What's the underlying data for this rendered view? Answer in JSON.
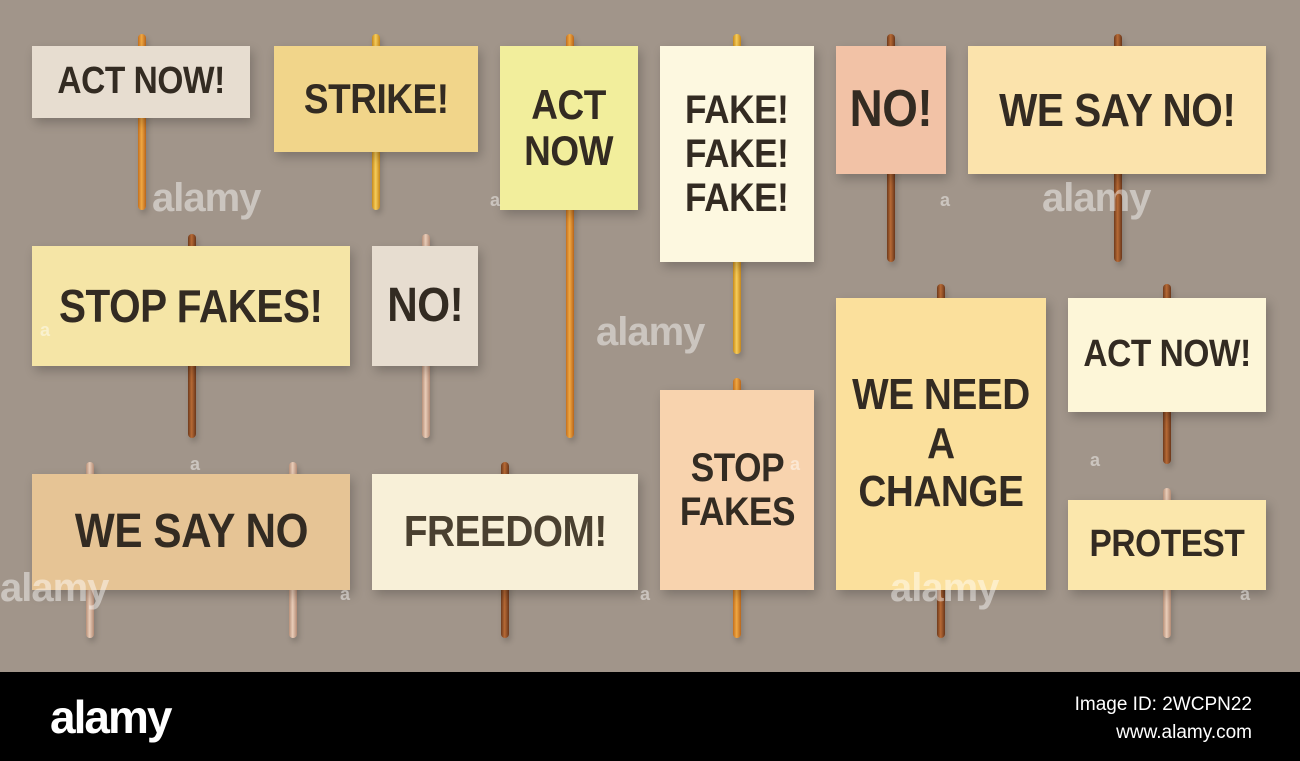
{
  "signs": {
    "act_now_1": "ACT NOW!",
    "strike": "STRIKE!",
    "act_now_2": "ACT\nNOW",
    "fake": "FAKE!\nFAKE!\nFAKE!",
    "no_1": "NO!",
    "we_say_no_1": "WE SAY NO!",
    "stop_fakes_1": "STOP FAKES!",
    "no_2": "NO!",
    "we_need_change": "WE NEED\nA\nCHANGE",
    "act_now_3": "ACT NOW!",
    "we_say_no_2": "WE SAY NO",
    "freedom": "FREEDOM!",
    "stop_fakes_2": "STOP\nFAKES",
    "protest": "PROTEST"
  },
  "colors": {
    "background": "#a1958a",
    "sign_grey": "#e7ddd0",
    "sign_yellow": "#f1d58a",
    "sign_lime": "#f2ee9c",
    "sign_cream": "#fdf8e0",
    "sign_pink": "#f2c2a6",
    "sign_tan": "#e6c495",
    "text": "#332b22"
  },
  "watermark": {
    "text": "alamy",
    "glyph": "a"
  },
  "footer": {
    "logo": "alamy",
    "image_id": "Image ID: 2WCPN22",
    "url": "www.alamy.com"
  }
}
